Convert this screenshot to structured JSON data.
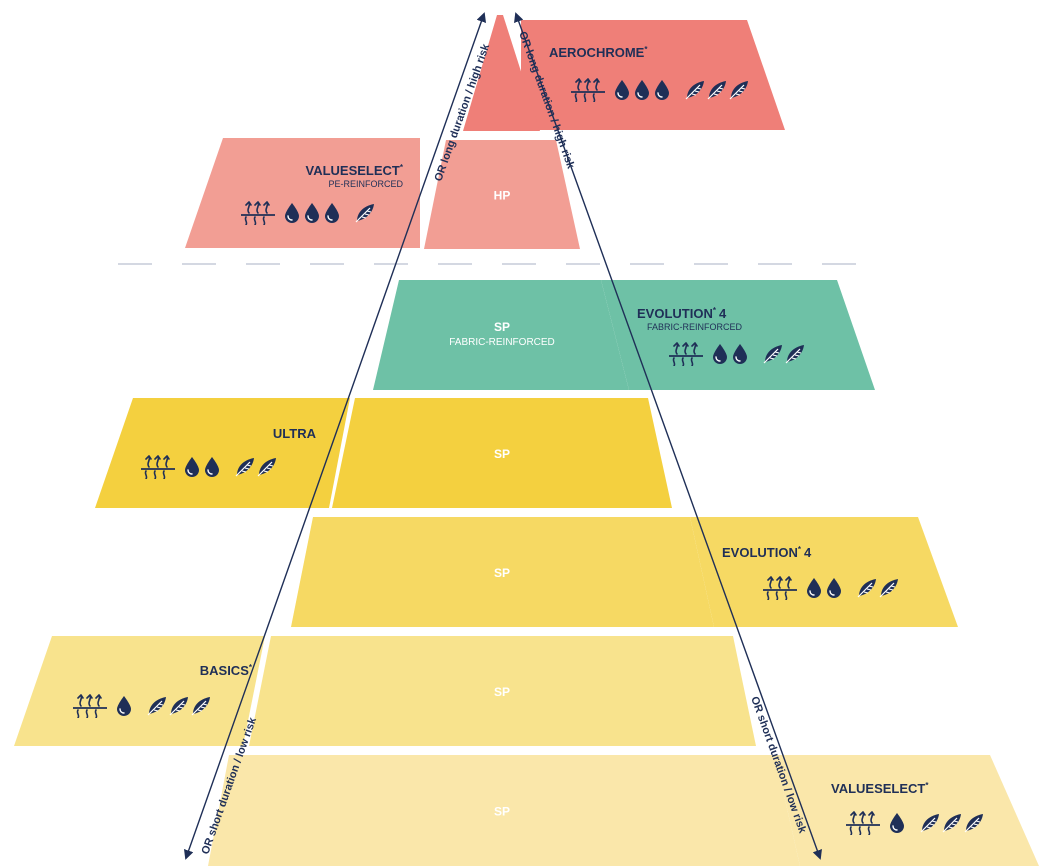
{
  "colors": {
    "navy": "#1f2f57",
    "white": "#ffffff",
    "divider": "#c5cbd8",
    "red_dark": "#ef7f78",
    "red_light": "#f29e94",
    "teal": "#6ec1a6",
    "yellow_1": "#f4d03f",
    "yellow_2": "#f6d963",
    "yellow_3": "#f8e38d",
    "yellow_4": "#fae7aa"
  },
  "axes": {
    "left_up": "OR long duration / high risk",
    "right_up": "OR long duration / high risk",
    "left_down": "OR short duration / low risk",
    "right_down": "OR short duration / low risk"
  },
  "tiers": [
    {
      "label": "",
      "sublabel": "",
      "color": "red_dark"
    },
    {
      "label": "HP",
      "sublabel": "",
      "color": "red_light"
    },
    {
      "label": "SP",
      "sublabel": "FABRIC-REINFORCED",
      "color": "teal"
    },
    {
      "label": "SP",
      "sublabel": "",
      "color": "yellow_1"
    },
    {
      "label": "SP",
      "sublabel": "",
      "color": "yellow_2"
    },
    {
      "label": "SP",
      "sublabel": "",
      "color": "yellow_3"
    },
    {
      "label": "SP",
      "sublabel": "",
      "color": "yellow_4"
    }
  ],
  "products": [
    {
      "name": "AEROCHROME",
      "mark": "*",
      "subtitle": "",
      "icons": "breathability-icon",
      "drops": 3,
      "feathers": 3,
      "color": "red_dark"
    },
    {
      "name": "VALUESELECT",
      "mark": "*",
      "subtitle": "PE-REINFORCED",
      "icons": "breathability-icon",
      "drops": 3,
      "feathers": 1,
      "color": "red_light"
    },
    {
      "name": "EVOLUTION",
      "mark": "*",
      "suffix": "4",
      "subtitle": "FABRIC-REINFORCED",
      "icons": "breathability-icon",
      "drops": 2,
      "feathers": 2,
      "color": "teal"
    },
    {
      "name": "ULTRA",
      "mark": "",
      "subtitle": "",
      "icons": "breathability-icon",
      "drops": 2,
      "feathers": 2,
      "color": "yellow_1"
    },
    {
      "name": "EVOLUTION",
      "mark": "*",
      "suffix": "4",
      "subtitle": "",
      "icons": "breathability-icon",
      "drops": 2,
      "feathers": 2,
      "color": "yellow_2"
    },
    {
      "name": "BASICS",
      "mark": "*",
      "subtitle": "",
      "icons": "breathability-icon",
      "drops": 1,
      "feathers": 3,
      "color": "yellow_3"
    },
    {
      "name": "VALUESELECT",
      "mark": "*",
      "subtitle": "",
      "icons": "breathability-icon",
      "drops": 1,
      "feathers": 3,
      "color": "yellow_4"
    }
  ]
}
